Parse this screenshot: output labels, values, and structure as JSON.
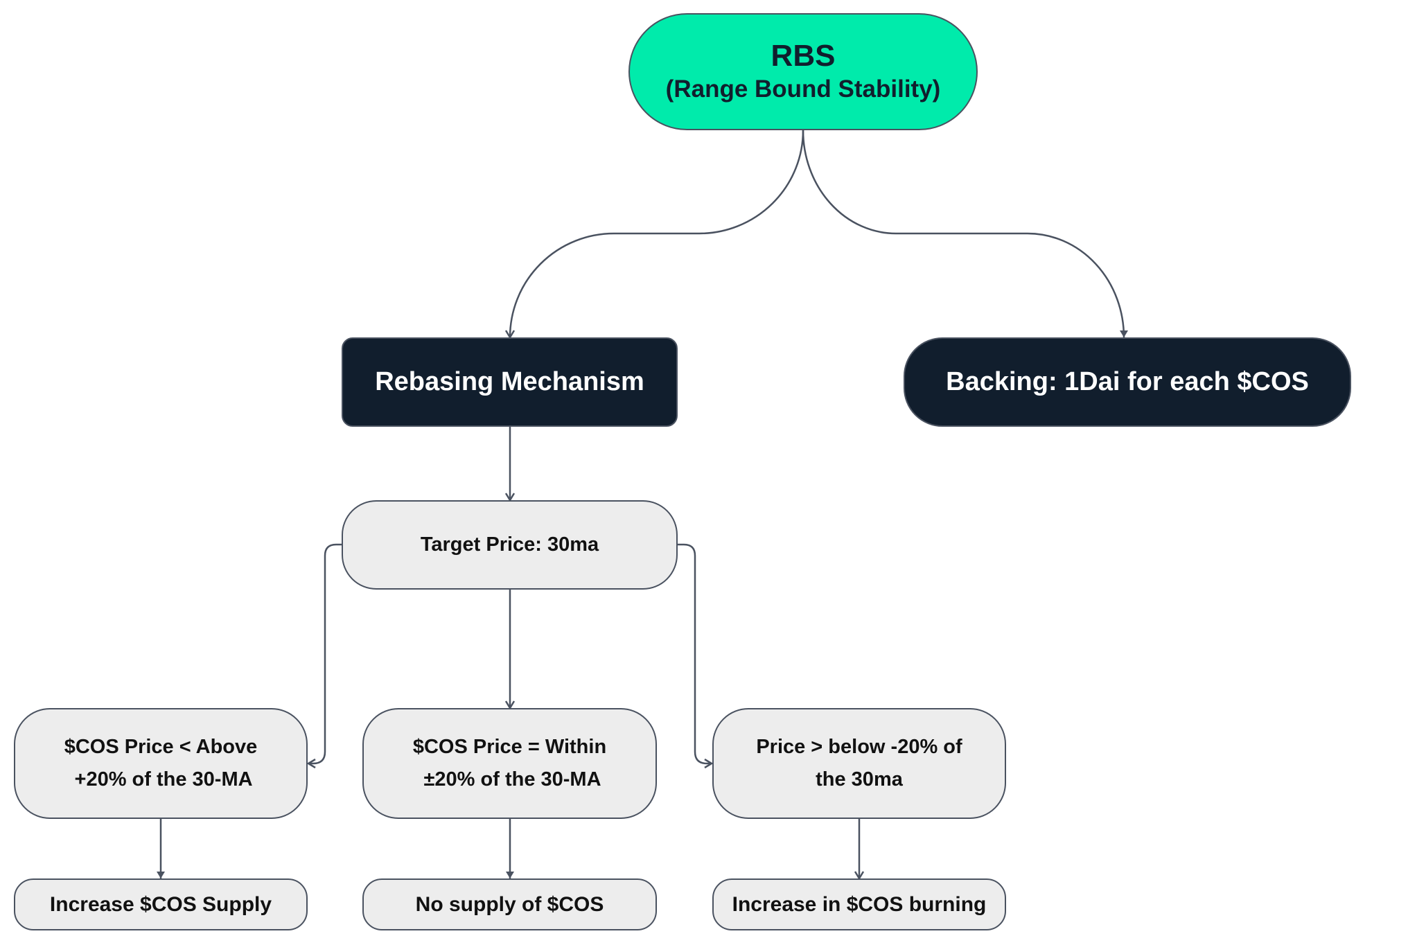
{
  "diagram": {
    "colors": {
      "root_fill": "#00ebab",
      "dark_fill": "#111e2d",
      "light_fill": "#ededed",
      "stroke": "#4a5260"
    },
    "nodes": {
      "root": {
        "title": "RBS",
        "subtitle": "(Range Bound Stability)"
      },
      "rebasing": {
        "label": "Rebasing Mechanism"
      },
      "backing": {
        "label": "Backing: 1Dai for each $COS"
      },
      "target": {
        "label": "Target Price: 30ma"
      },
      "cond_left": {
        "line1": "$COS Price < Above",
        "line2": " +20% of the 30-MA"
      },
      "cond_mid": {
        "line1": "$COS Price = Within",
        "line2": " ±20% of the 30-MA"
      },
      "cond_right": {
        "line1": "Price > below -20% of",
        "line2": "the 30ma"
      },
      "result_left": {
        "label": "Increase $COS Supply"
      },
      "result_mid": {
        "label": "No supply of $COS"
      },
      "result_right": {
        "label": "Increase in $COS burning"
      }
    },
    "edges": [
      {
        "from": "root",
        "to": "rebasing",
        "arrow": "open"
      },
      {
        "from": "root",
        "to": "backing",
        "arrow": "filled"
      },
      {
        "from": "rebasing",
        "to": "target",
        "arrow": "open"
      },
      {
        "from": "target",
        "to": "cond_left",
        "arrow": "open"
      },
      {
        "from": "target",
        "to": "cond_mid",
        "arrow": "open"
      },
      {
        "from": "target",
        "to": "cond_right",
        "arrow": "open"
      },
      {
        "from": "cond_left",
        "to": "result_left",
        "arrow": "filled"
      },
      {
        "from": "cond_mid",
        "to": "result_mid",
        "arrow": "filled"
      },
      {
        "from": "cond_right",
        "to": "result_right",
        "arrow": "open"
      }
    ]
  }
}
